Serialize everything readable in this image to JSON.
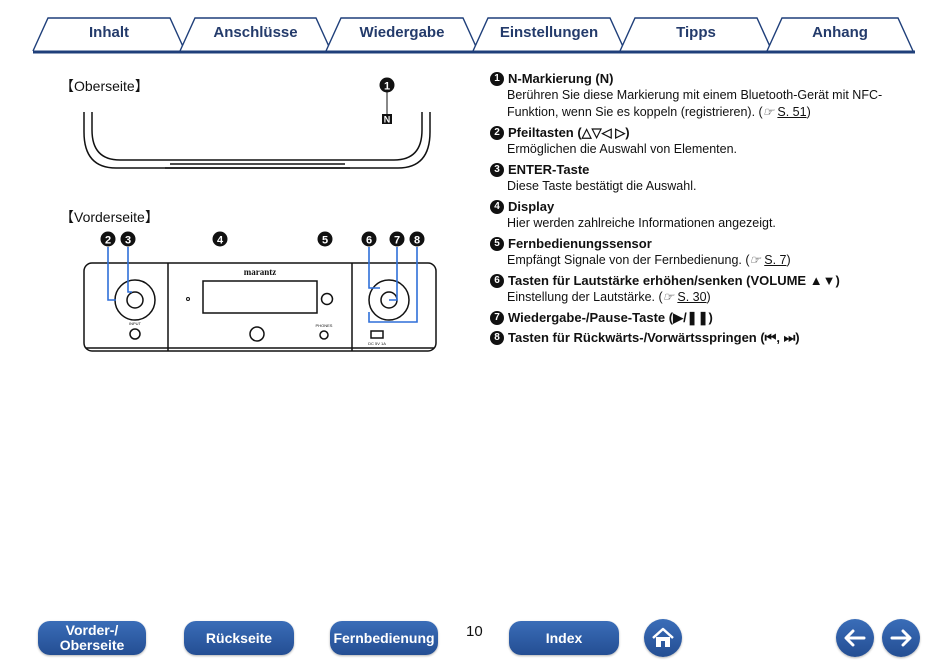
{
  "tabs": [
    {
      "label": "Inhalt"
    },
    {
      "label": "Anschlüsse"
    },
    {
      "label": "Wiedergabe"
    },
    {
      "label": "Einstellungen"
    },
    {
      "label": "Tipps"
    },
    {
      "label": "Anhang"
    }
  ],
  "top_view": {
    "label": "【Oberseite】",
    "callout": "1",
    "nfc_symbol": "N"
  },
  "front_view": {
    "label": "【Vorderseite】",
    "callouts": [
      "2",
      "3",
      "4",
      "5",
      "6",
      "7",
      "8"
    ],
    "brand": "marantz",
    "input_label": "INPUT",
    "phones_label": "PHONES",
    "usb_label": "DC 5V 1A"
  },
  "items": [
    {
      "num": "1",
      "title": "N-Markierung (N)",
      "body": "Berühren Sie diese Markierung mit einem Bluetooth-Gerät mit NFC-Funktion, wenn Sie es koppeln (registrieren).",
      "ref": "S. 51",
      "ref_hand": "☞"
    },
    {
      "num": "2",
      "title": "Pfeiltasten (△▽◁ ▷)",
      "body": "Ermöglichen die Auswahl von Elementen.",
      "ref": "",
      "ref_hand": ""
    },
    {
      "num": "3",
      "title": "ENTER-Taste",
      "body": "Diese Taste bestätigt die Auswahl.",
      "ref": "",
      "ref_hand": ""
    },
    {
      "num": "4",
      "title": "Display",
      "body": "Hier werden zahlreiche Informationen angezeigt.",
      "ref": "",
      "ref_hand": ""
    },
    {
      "num": "5",
      "title": "Fernbedienungssensor",
      "body": "Empfängt Signale von der Fernbedienung.",
      "ref": "S. 7",
      "ref_hand": "☞"
    },
    {
      "num": "6",
      "title": "Tasten für Lautstärke erhöhen/senken (VOLUME ▲▼)",
      "body": "Einstellung der Lautstärke.",
      "ref": "S. 30",
      "ref_hand": "☞"
    },
    {
      "num": "7",
      "title": "Wiedergabe-/Pause-Taste (▶/❚❚)",
      "body": "",
      "ref": "",
      "ref_hand": ""
    },
    {
      "num": "8",
      "title": "Tasten für Rückwärts-/Vorwärtsspringen (⏮, ⏭)",
      "body": "",
      "ref": "",
      "ref_hand": ""
    }
  ],
  "bottom_nav": {
    "front_top_line1": "Vorder-/",
    "front_top_line2": "Oberseite",
    "back": "Rückseite",
    "remote": "Fernbedienung",
    "page_number": "10",
    "index": "Index",
    "home_icon": "home-icon",
    "prev_icon": "arrow-left-icon",
    "next_icon": "arrow-right-icon"
  },
  "colors": {
    "accent": "#244e93",
    "tab_text": "#243b6b"
  }
}
